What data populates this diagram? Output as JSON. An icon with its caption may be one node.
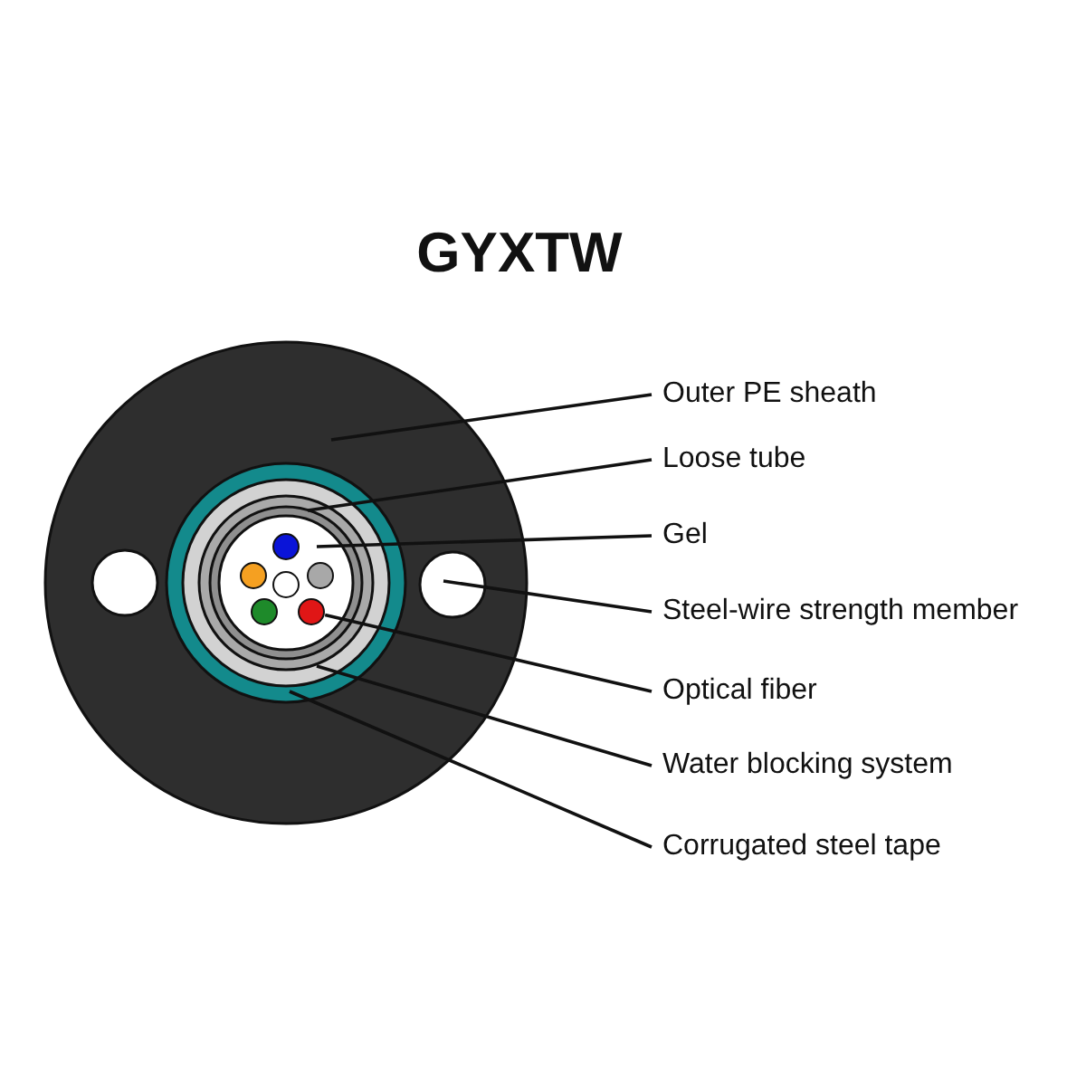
{
  "diagram": {
    "title": "GYXTW",
    "nodes": [
      {
        "text": [
          "Outer PE sheath"
        ]
      },
      {
        "text": [
          "Loose tube"
        ]
      },
      {
        "text": [
          "Gel"
        ]
      },
      {
        "text": [
          "Steel-wire strength member"
        ]
      },
      {
        "text": [
          "Optical fiber"
        ]
      },
      {
        "text": [
          "Water blocking system"
        ]
      },
      {
        "text": [
          "Corrugated steel tape"
        ]
      },
      {
        "text": [],
        "shape": "circle"
      }
    ],
    "edges": [
      {
        "from": 0,
        "to": null,
        "arrow": "none"
      },
      {
        "from": 1,
        "to": null,
        "arrow": "none"
      },
      {
        "from": 2,
        "to": null,
        "arrow": "none"
      },
      {
        "from": 3,
        "to": null,
        "arrow": "none"
      },
      {
        "from": 4,
        "to": 7,
        "arrow": "none"
      },
      {
        "from": 5,
        "to": null,
        "arrow": "none"
      },
      {
        "from": 6,
        "to": null,
        "arrow": "none"
      }
    ]
  }
}
